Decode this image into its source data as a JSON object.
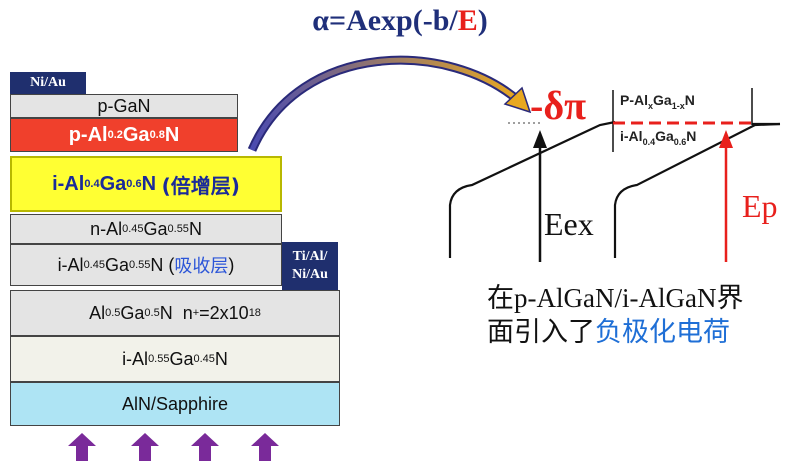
{
  "title": {
    "prefix": "α=Aexp(-b/",
    "red": "E",
    "suffix": ")"
  },
  "colors": {
    "title_blue": "#1f2f7a",
    "red": "#e8201c",
    "contact_navy": "#1f2f6e",
    "yellow": "#ffff33",
    "purple_arrow": "#7a2a9a",
    "blue_highlight": "#1f6fd6",
    "layer_gray": "#e4e4e4",
    "substrate_cyan": "#aee4f4"
  },
  "stack": {
    "top_contact": "Ni/Au",
    "layers": {
      "pgan": "p-GaN",
      "palgan": {
        "a": "p-Al",
        "s1": "0.2",
        "b": "Ga",
        "s2": "0.8",
        "c": "N"
      },
      "multiplication": {
        "a": "i-Al",
        "s1": "0.4",
        "b": "Ga",
        "s2": "0.6",
        "c": "N",
        "cn": "(倍增层)"
      },
      "nalgan": {
        "a": "n-Al",
        "s1": "0.45",
        "b": "Ga",
        "s2": "0.55",
        "c": "N"
      },
      "absorption": {
        "a": "i-Al",
        "s1": "0.45",
        "b": "Ga",
        "s2": "0.55",
        "c": "N (",
        "cn": "吸收层",
        "d": ")"
      },
      "nplus": {
        "a": "Al",
        "s1": "0.5",
        "b": "Ga",
        "s2": "0.5",
        "c": "N  n",
        "sup1": "+",
        "d": "=2x10",
        "sup2": "18"
      },
      "ialgan": {
        "a": "i-Al",
        "s1": "0.55",
        "b": "Ga",
        "s2": "0.45",
        "c": "N"
      },
      "substrate": "AlN/Sapphire"
    },
    "side_contact": {
      "line1": "Ti/Al/",
      "line2": "Ni/Au"
    }
  },
  "band": {
    "delta_pi": "-δπ",
    "top_label": {
      "a": "P-Al",
      "s1": "x",
      "b": "Ga",
      "s2": "1-x",
      "c": "N"
    },
    "bottom_label": {
      "a": "i-Al",
      "s1": "0.4",
      "b": "Ga",
      "s2": "0.6",
      "c": "N"
    },
    "eex": "Eex",
    "ep": "Ep"
  },
  "note": {
    "line1_cn": "在",
    "line1_latin": "p-AlGaN/i-AlGaN",
    "line1_end": "界",
    "line2_plain": "面引入了",
    "line2_highlight": "负极化电荷"
  }
}
